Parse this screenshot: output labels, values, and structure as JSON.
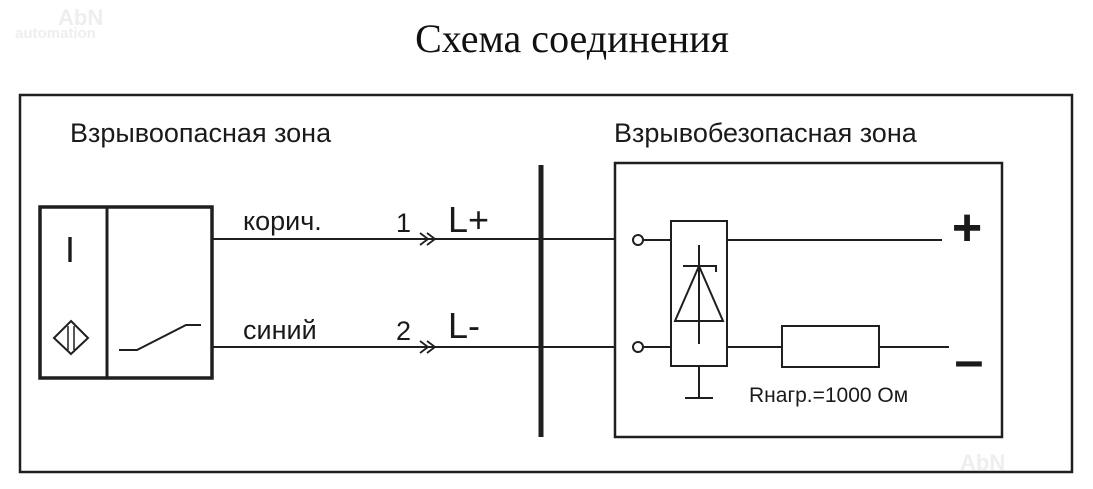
{
  "title": "Схема соединения",
  "watermark": {
    "brand": "AbN",
    "sub": "automation"
  },
  "zones": {
    "hazardous": "Взрывоопасная зона",
    "safe": "Взрывобезопасная зона"
  },
  "sensor": {
    "symbol": "I"
  },
  "wires": [
    {
      "color_label": "корич.",
      "number": "1",
      "signal": "L+"
    },
    {
      "color_label": "синий",
      "number": "2",
      "signal": "L-"
    }
  ],
  "outputs": {
    "plus": "+",
    "minus": "–"
  },
  "load": {
    "label": "Rнагр.=1000 Ом"
  }
}
